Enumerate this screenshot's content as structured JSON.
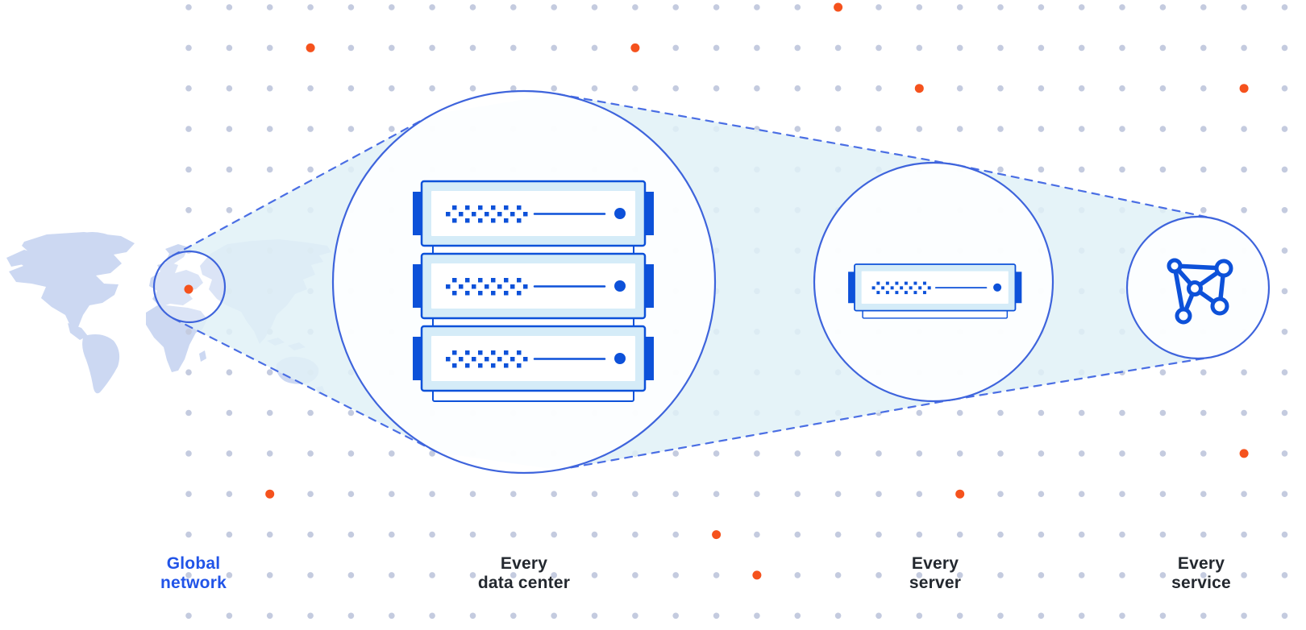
{
  "diagram": {
    "stages": [
      {
        "id": "global-network",
        "icon": "world-map-with-marker",
        "lines": [
          "Global",
          "network"
        ]
      },
      {
        "id": "every-data-center",
        "icon": "server-rack",
        "lines": [
          "Every",
          "data center"
        ]
      },
      {
        "id": "every-server",
        "icon": "server",
        "lines": [
          "Every",
          "server"
        ]
      },
      {
        "id": "every-service",
        "icon": "network-graph",
        "lines": [
          "Every",
          "service"
        ]
      }
    ]
  },
  "background": {
    "accent_dots": [
      [
        16,
        0
      ],
      [
        3,
        1
      ],
      [
        11,
        1
      ],
      [
        18,
        2
      ],
      [
        26,
        2
      ],
      [
        26,
        11
      ],
      [
        2,
        12
      ],
      [
        19,
        12
      ],
      [
        13,
        13
      ],
      [
        14,
        14
      ]
    ],
    "map_marker_accent": true
  },
  "colors": {
    "blue": "#0d51d9",
    "chassis": "#d5ecf8",
    "circle_stroke": "#3e64dc",
    "dash": "#4a6ee4",
    "beam": "#e1f1f7",
    "map": "#ccd8f2",
    "dot": "#c4cbdf",
    "accent": "#f5521d",
    "label_dark": "#23282f",
    "label_blue": "#2154e8"
  }
}
